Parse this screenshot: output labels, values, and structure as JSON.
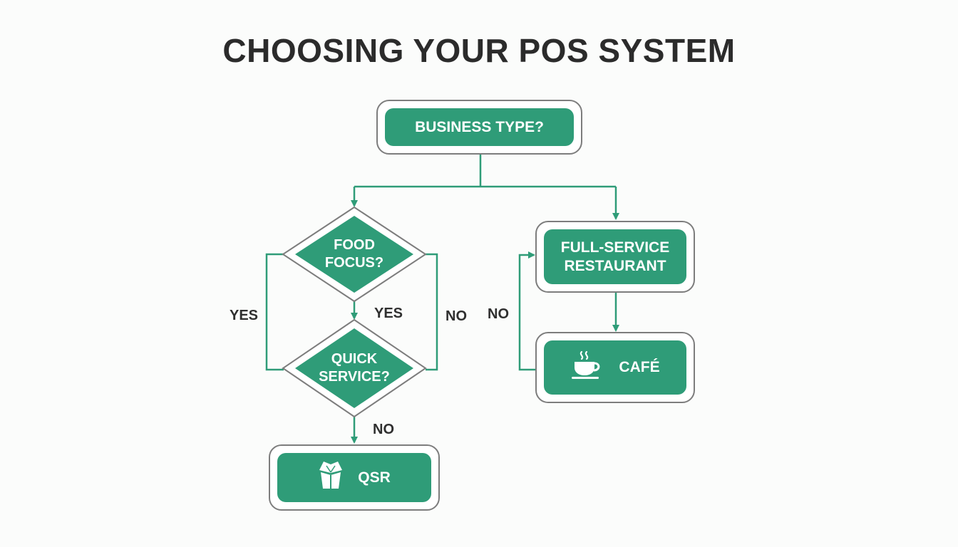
{
  "title": "CHOOSING YOUR POS SYSTEM",
  "colors": {
    "node_fill": "#2f9c78",
    "connector": "#2f9c78",
    "node_border": "#7d7d7d",
    "text_dark": "#2b2b2b"
  },
  "nodes": {
    "business_type": "BUSINESS TYPE?",
    "food_focus": "FOOD\nFOCUS?",
    "quick_service": "QUICK\nSERVICE?",
    "full_service": "FULL-SERVICE\nRESTAURANT",
    "cafe": "CAFÉ",
    "qsr": "QSR"
  },
  "edge_labels": {
    "left_loop_yes": "YES",
    "food_to_quick_yes": "YES",
    "right_loop_no": "NO",
    "cafe_loop_no": "NO",
    "quick_to_qsr_no": "NO"
  },
  "icons": {
    "cafe": "coffee-cup-icon",
    "qsr": "takeout-box-icon"
  }
}
